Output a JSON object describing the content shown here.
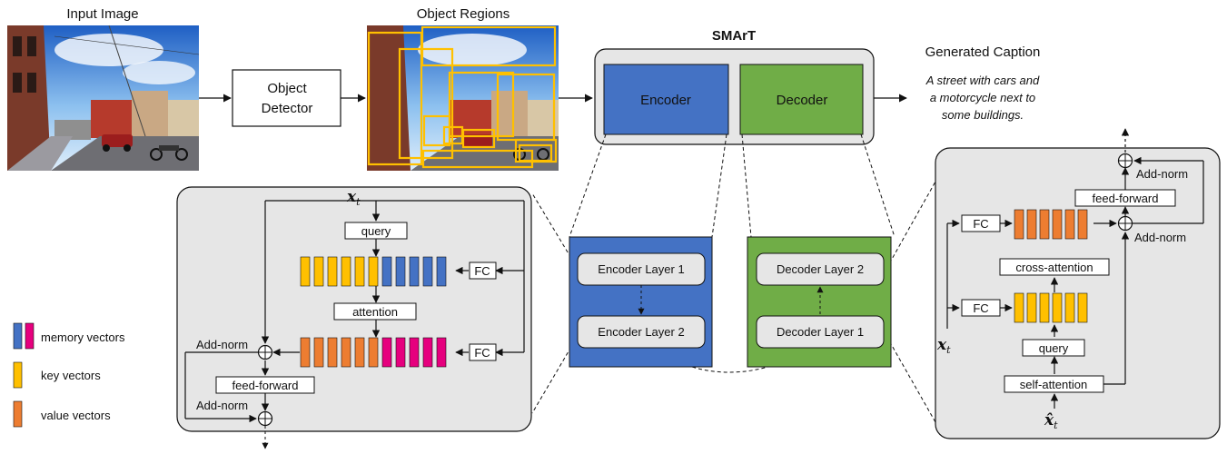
{
  "top": {
    "input_image_title": "Input Image",
    "object_regions_title": "Object Regions",
    "object_detector_label": [
      "Object",
      "Detector"
    ],
    "smart_title": "SMArT",
    "encoder_label": "Encoder",
    "decoder_label": "Decoder",
    "generated_caption_title": "Generated Caption",
    "caption_lines": [
      "A street with cars and",
      "a motorcycle next to",
      "some buildings."
    ]
  },
  "encoder_detail": {
    "input_symbol": "x",
    "input_subscript": "t",
    "query_label": "query",
    "attention_label": "attention",
    "fc_top_label": "FC",
    "fc_bottom_label": "FC",
    "add_norm_top_label": "Add-norm",
    "feed_forward_label": "feed-forward",
    "add_norm_bottom_label": "Add-norm"
  },
  "legend": {
    "items": [
      {
        "label": "memory vectors",
        "colors": [
          "#4472c4",
          "#e6007e"
        ]
      },
      {
        "label": "key vectors",
        "colors": [
          "#ffc000"
        ]
      },
      {
        "label": "value vectors",
        "colors": [
          "#ed7d31"
        ]
      }
    ]
  },
  "encoder_stack": {
    "layer_1_label": "Encoder Layer 1",
    "layer_2_label": "Encoder Layer 2"
  },
  "decoder_stack": {
    "layer_2_label": "Decoder Layer 2",
    "layer_1_label": "Decoder Layer 1"
  },
  "decoder_detail": {
    "add_norm_top_label": "Add-norm",
    "feed_forward_label": "feed-forward",
    "add_norm_mid_label": "Add-norm",
    "fc_top_label": "FC",
    "cross_attention_label": "cross-attention",
    "fc_bottom_label": "FC",
    "input_symbol": "x",
    "input_subscript": "t",
    "query_label": "query",
    "self_attention_label": "self-attention",
    "bottom_input_symbol": "x̂",
    "bottom_input_subscript": "t"
  },
  "colors": {
    "encoder_blue": "#4472c4",
    "decoder_green": "#70ad47",
    "key_yellow": "#ffc000",
    "value_orange": "#ed7d31",
    "memory_magenta": "#e6007e",
    "panel_gray": "#e6e6e6",
    "region_box": "#ffc000"
  }
}
